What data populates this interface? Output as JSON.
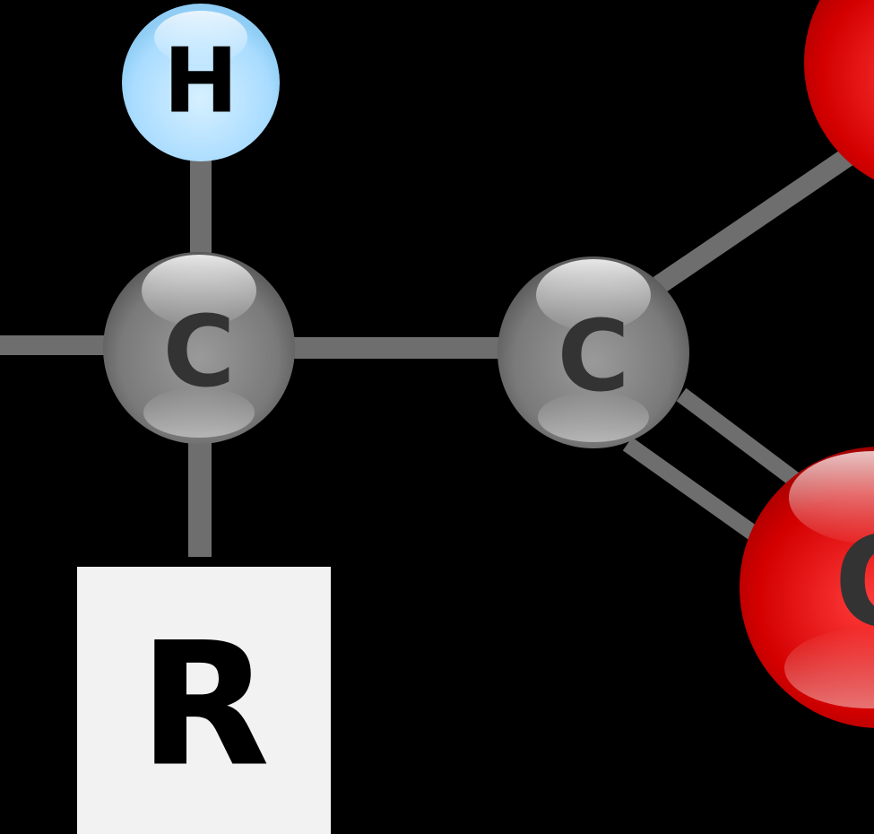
{
  "colors": {
    "background": "#000000",
    "bond": "#6e6e6e",
    "hydrogen": "#bfe6ff",
    "carbon": "#8a8a8a",
    "oxygen": "#d40000",
    "r_group_box": "#f2f2f2",
    "label_dark": "#333333",
    "label_black": "#000000"
  },
  "atoms": {
    "hydrogen": {
      "label": "H",
      "icon": "hydrogen-atom-sphere"
    },
    "alpha_carbon": {
      "label": "C",
      "icon": "carbon-atom-sphere"
    },
    "carbonyl_carbon": {
      "label": "C",
      "icon": "carbon-atom-sphere"
    },
    "oxygen_top": {
      "label": "",
      "icon": "oxygen-atom-sphere"
    },
    "oxygen_bottom": {
      "label": "O",
      "icon": "oxygen-atom-sphere"
    }
  },
  "r_group": {
    "label": "R"
  }
}
